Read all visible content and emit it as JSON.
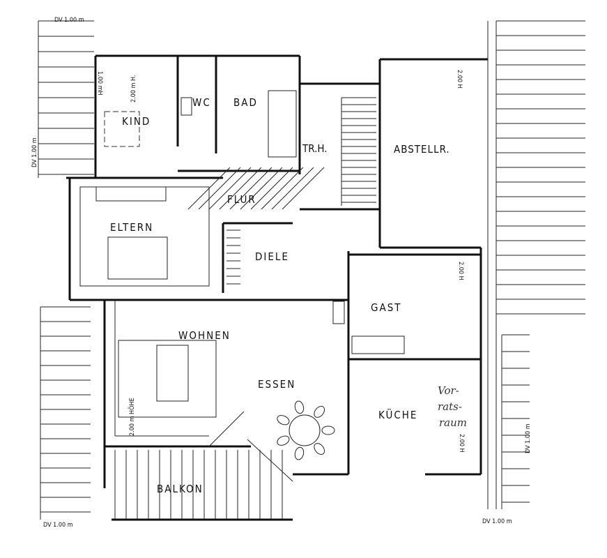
{
  "rooms": {
    "kind": "KIND",
    "wc": "WC",
    "bad": "BAD",
    "treppenhaus": "TR.H.",
    "abstellraum": "ABSTELLR.",
    "flur": "FLUR",
    "eltern": "ELTERN",
    "diele": "DIELE",
    "gast": "GAST",
    "wohnen": "WOHNEN",
    "essen": "ESSEN",
    "kueche": "KÜCHE",
    "balkon": "BALKON"
  },
  "handwritten_note": [
    "Vor-",
    "rats-",
    "raum"
  ],
  "dimensions": {
    "dv_top_left": "DV 1.00 m",
    "dv_left_vertical": "DV 1.00 m",
    "kind_height_1": "1.00 mH",
    "kind_height_2": "2.00 m H.",
    "abstell_height": "2.00 H",
    "gast_height": "2.00 H",
    "wohnen_height": "2.00 m HÖHE",
    "kueche_height": "2.00 H",
    "dv_right_vertical": "DV 1.00 m",
    "dv_bottom_left": "DV 1.00 m",
    "dv_bottom_right": "DV 1.00 m"
  }
}
